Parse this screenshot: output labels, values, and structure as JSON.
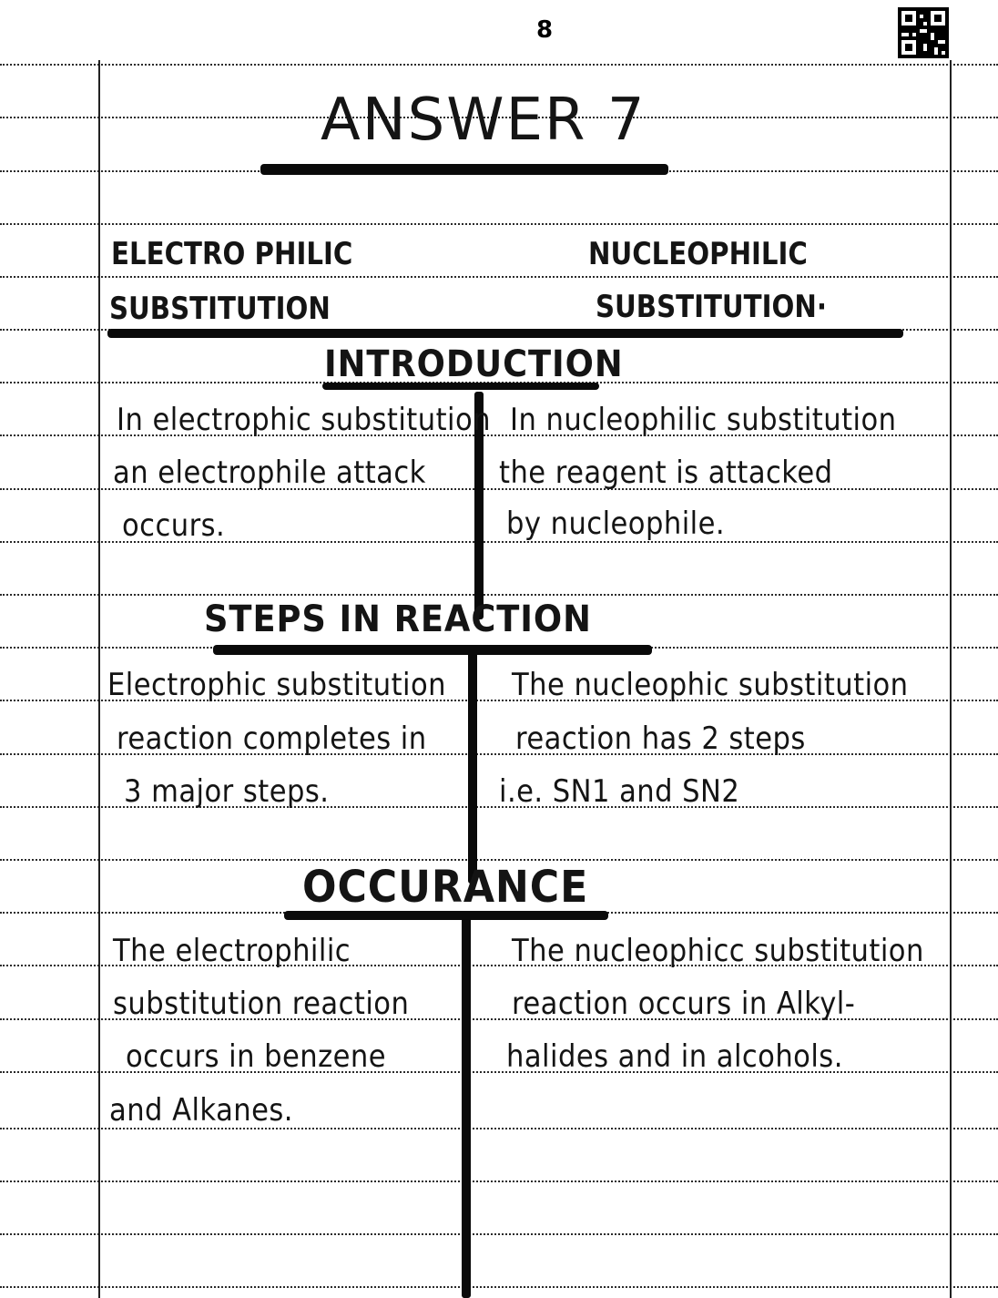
{
  "page": {
    "number": "8",
    "title": "ANSWER 7"
  },
  "columns": {
    "left_heading_line1": "ELECTRO PHILIC",
    "left_heading_line2": "SUBSTITUTION",
    "right_heading_line1": "NUCLEOPHILIC",
    "right_heading_line2": "SUBSTITUTION·"
  },
  "sections": [
    {
      "heading": "INTRODUCTION",
      "left_lines": [
        "In electrophic substitution",
        "an electrophile attack",
        "occurs."
      ],
      "right_lines": [
        "In nucleophilic substitution",
        "the reagent is attacked",
        "by nucleophile."
      ]
    },
    {
      "heading": "STEPS IN REACTION",
      "left_lines": [
        "Electrophic substitution",
        "reaction completes in",
        "3 major steps."
      ],
      "right_lines": [
        "The nucleophic substitution",
        "reaction has 2 steps",
        "i.e. SN1 and SN2"
      ]
    },
    {
      "heading": "OCCURANCE",
      "left_lines": [
        "The electrophilic",
        "substitution reaction",
        "occurs in benzene",
        "and Alkanes."
      ],
      "right_lines": [
        "The nucleophicc substitution",
        "reaction occurs in Alkyl-",
        "halides and in alcohols."
      ]
    }
  ],
  "colors": {
    "ink": "#141414",
    "ruling": "#2a2a2a",
    "paper": "#ffffff"
  }
}
